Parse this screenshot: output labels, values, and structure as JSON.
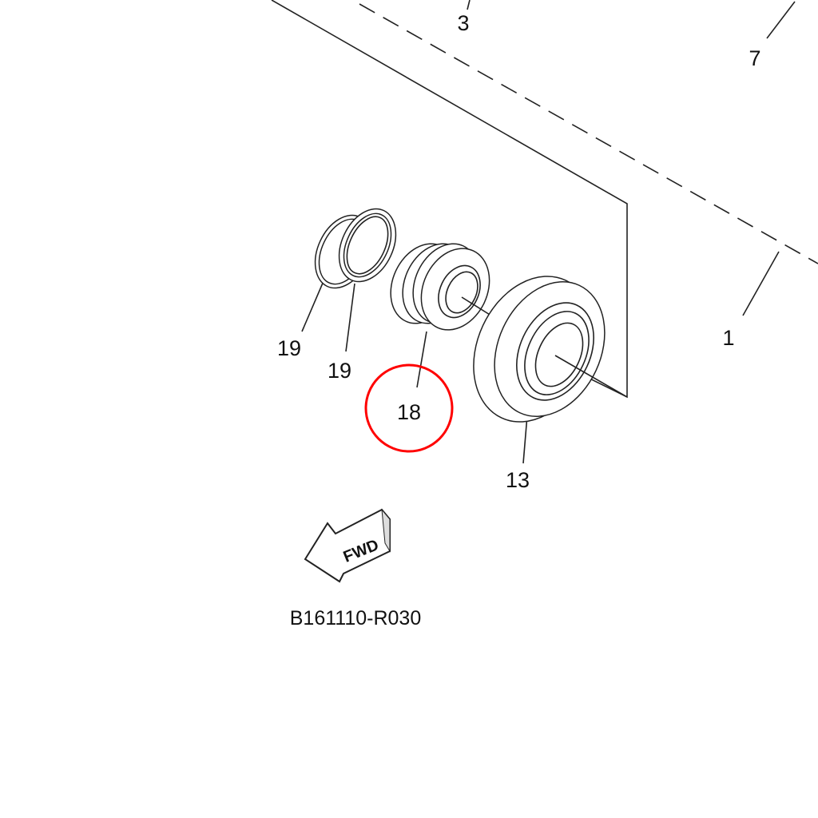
{
  "diagram": {
    "callouts": {
      "c3": "3",
      "c7": "7",
      "c1": "1",
      "c19a": "19",
      "c19b": "19",
      "c18": "18",
      "c13": "13"
    },
    "highlighted_callout": "18",
    "highlight_color": "#ff0000",
    "fwd_label": "FWD",
    "figure_code": "B161110-R030"
  }
}
